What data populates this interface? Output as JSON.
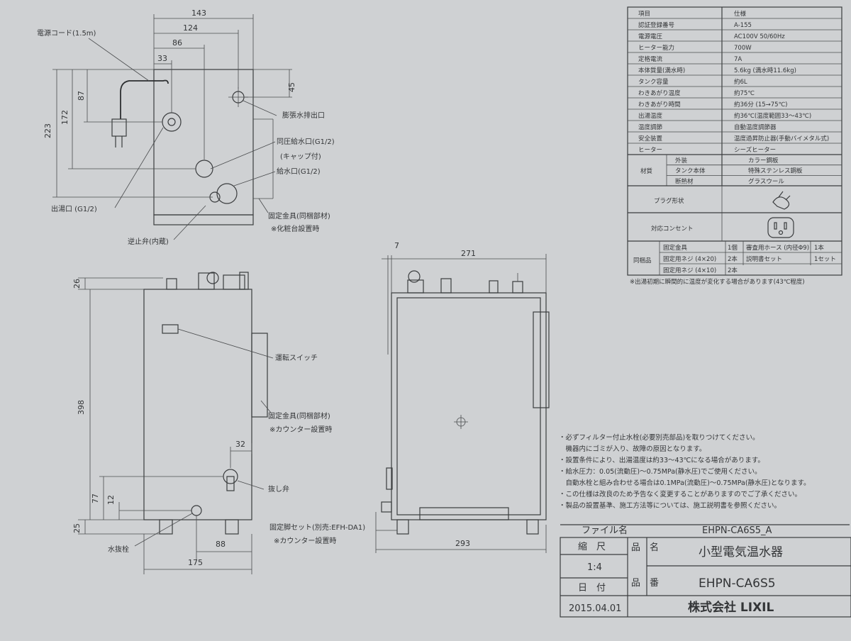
{
  "spec_table": {
    "rows": [
      {
        "item": "項目",
        "value": "仕様"
      },
      {
        "item": "認証登録番号",
        "value": "A-155"
      },
      {
        "item": "電源電圧",
        "value": "AC100V 50/60Hz"
      },
      {
        "item": "ヒーター能力",
        "value": "700W"
      },
      {
        "item": "定格電流",
        "value": "7A"
      },
      {
        "item": "本体質量(満水時)",
        "value": "5.6kg (満水時11.6kg)"
      },
      {
        "item": "タンク容量",
        "value": "約6L"
      },
      {
        "item": "わきあがり温度",
        "value": "約75℃"
      },
      {
        "item": "わきあがり時間",
        "value": "約36分 (15→75℃)"
      },
      {
        "item": "出湯温度",
        "value": "約36℃(温度範囲33～43℃)"
      },
      {
        "item": "温度調節",
        "value": "自動温度調節器"
      },
      {
        "item": "安全装置",
        "value": "温度過昇防止器(手動バイメタル式)"
      },
      {
        "item": "ヒーター",
        "value": "シーズヒーター"
      }
    ],
    "material_label": "材質",
    "materials": [
      {
        "part": "外装",
        "value": "カラー鋼板"
      },
      {
        "part": "タンク本体",
        "value": "特殊ステンレス鋼板"
      },
      {
        "part": "断熱材",
        "value": "グラスウール"
      }
    ],
    "plug_label": "プラグ形状",
    "outlet_label": "対応コンセント",
    "accessories_label": "同梱品",
    "accessories": [
      {
        "name": "固定金具",
        "qty": "1個",
        "name2": "審査用ホース (内径Φ9)",
        "qty2": "1本"
      },
      {
        "name": "固定用ネジ (4×20)",
        "qty": "2本",
        "name2": "説明書セット",
        "qty2": "1セット"
      },
      {
        "name": "固定用ネジ (4×10)",
        "qty": "2本",
        "name2": "",
        "qty2": ""
      }
    ],
    "footnote": "※出湯初期に瞬間的に温度が変化する場合があります(43℃程度)"
  },
  "top_view": {
    "dims": {
      "w143": "143",
      "w124": "124",
      "w86": "86",
      "w33": "33",
      "h223": "223",
      "h172": "172",
      "h87": "87",
      "h45": "45"
    },
    "labels": {
      "cord": "電源コード(1.5m)",
      "expansion_drain": "膨張水排出口",
      "pressure_inlet": "同圧給水口(G1/2)",
      "cap": "(キャップ付)",
      "inlet": "給水口(G1/2)",
      "outlet": "出湯口 (G1/2)",
      "bracket": "固定金具(同梱部材)",
      "bracket_note": "※化粧台設置時",
      "check_valve": "逆止弁(内蔵)"
    }
  },
  "front_view": {
    "dims": {
      "h26": "26",
      "h398": "398",
      "h77": "77",
      "h12": "12",
      "h25": "25",
      "w32": "32",
      "w88": "88",
      "w175": "175"
    },
    "labels": {
      "switch": "運転スイッチ",
      "bracket": "固定金具(同梱部材)",
      "bracket_note": "※カウンター設置時",
      "drain_valve": "抜し弁",
      "drain_plug": "水抜栓",
      "leg_set": "固定脚セット(別売:EFH-DA1)",
      "leg_note": "※カウンター設置時"
    }
  },
  "side_view": {
    "dims": {
      "w7": "7",
      "w271": "271",
      "w293": "293"
    }
  },
  "notes": [
    "・必ずフィルター付止水栓(必要別売部品)を取りつけてください。",
    "　機器内にゴミが入り、故障の原因となります。",
    "・設置条件により、出湯温度は約33～43℃になる場合があります。",
    "・給水圧力：0.05(流動圧)～0.75MPa(静水圧)でご使用ください。",
    "　自動水栓と組み合わせる場合は0.1MPa(流動圧)～0.75MPa(静水圧)となります。",
    "・この仕様は改良のため予告なく変更することがありますのでご了承ください。",
    "・製品の設置基準、施工方法等については、施工説明書を参照ください。"
  ],
  "title_block": {
    "file_label": "ファイル名",
    "file_name": "EHPN-CA6S5_A",
    "scale_label": "縮　尺",
    "scale": "1:4",
    "name_label": "品　名",
    "product_name": "小型電気温水器",
    "date_label": "日　付",
    "date": "2015.04.01",
    "number_label": "品　番",
    "model": "EHPN-CA6S5",
    "company": "株式会社 LIXIL"
  }
}
